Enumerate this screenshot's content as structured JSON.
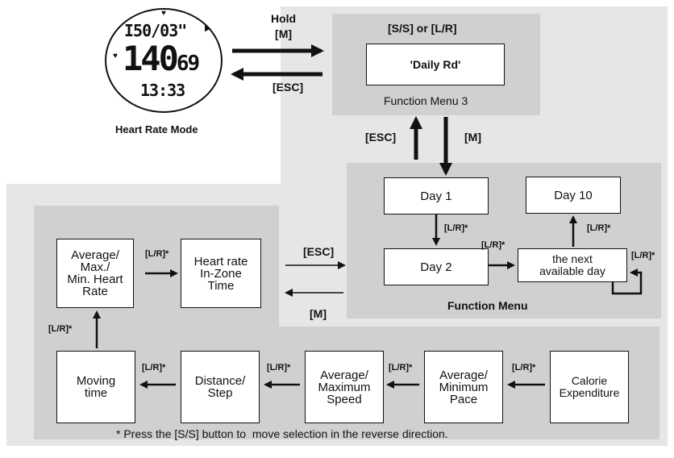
{
  "colors": {
    "light_region": "#e6e6e6",
    "mid_region": "#d0d0d0",
    "box_fill": "#ffffff",
    "line": "#111111"
  },
  "watch": {
    "line1": "I50/03\"",
    "line2": "140",
    "line2_small": "69",
    "line3": "13:33",
    "caption": "Heart Rate Mode"
  },
  "top_arrows": {
    "hold_label": "Hold\n[M]",
    "esc_label": "[ESC]"
  },
  "function_menu_3": {
    "nav_label": "[S/S] or [L/R]",
    "box": "'Daily Rd'",
    "caption": "Function Menu 3"
  },
  "vertical_arrows": {
    "esc_label": "[ESC]",
    "m_label": "[M]"
  },
  "function_menu": {
    "caption": "Function Menu",
    "day1": "Day 1",
    "day2": "Day 2",
    "day10": "Day 10",
    "next_day": "the next\navailable day",
    "lr_day1_day2": "[L/R]*",
    "lr_day2_next": "[L/R]*",
    "lr_next_day10": "[L/R]*",
    "lr_loop": "[L/R]*"
  },
  "mid_arrows": {
    "esc_label": "[ESC]",
    "m_label": "[M]"
  },
  "daily_record": {
    "avg_hr": "Average/\nMax./\nMin. Heart\nRate",
    "hr_zone": "Heart rate\nIn-Zone\nTime",
    "moving": "Moving\ntime",
    "distance": "Distance/\nStep",
    "avg_speed": "Average/\nMaximum\nSpeed",
    "avg_pace": "Average/\nMinimum\nPace",
    "calorie": "Calorie\nExpenditure",
    "lr_avg_zone": "[L/R]*",
    "lr_moving_avg": "[L/R]*",
    "lr_dist_moving": "[L/R]*",
    "lr_speed_dist": "[L/R]*",
    "lr_pace_speed": "[L/R]*",
    "lr_cal_pace": "[L/R]*"
  },
  "footnote": "* Press the [S/S] button to  move selection in the reverse direction."
}
